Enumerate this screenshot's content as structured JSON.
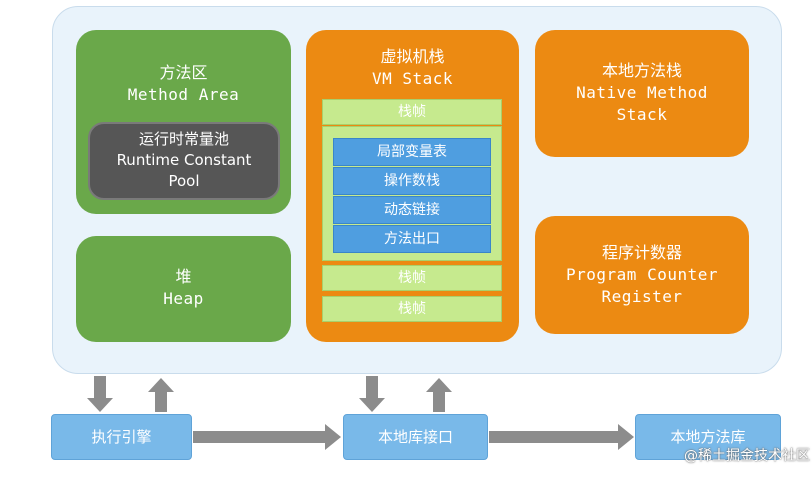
{
  "method_area": {
    "title_cn": "方法区",
    "title_en": "Method Area"
  },
  "constant_pool": {
    "title_cn": "运行时常量池",
    "line1": "Runtime Constant",
    "line2": "Pool"
  },
  "heap": {
    "title_cn": "堆",
    "title_en": "Heap"
  },
  "vm_stack": {
    "title_cn": "虚拟机栈",
    "title_en": "VM Stack",
    "frame_label": "栈帧",
    "slots": [
      "局部变量表",
      "操作数栈",
      "动态链接",
      "方法出口"
    ]
  },
  "native_stack": {
    "title_cn": "本地方法栈",
    "line1": "Native Method",
    "line2": "Stack"
  },
  "pc_register": {
    "title_cn": "程序计数器",
    "line1": "Program Counter",
    "line2": "Register"
  },
  "bottom": {
    "engine": "执行引擎",
    "native_interface": "本地库接口",
    "native_library": "本地方法库"
  },
  "watermark": "@稀土掘金技术社区",
  "colors": {
    "runtime_bg": "#e9f3fb",
    "green": "#6aa84a",
    "orange": "#ec8a12",
    "pool": "#565656",
    "frame": "#c6ea8e",
    "slot": "#4f9ee0",
    "bottom_box": "#79b9e9",
    "arrow": "#8c8c8c"
  }
}
